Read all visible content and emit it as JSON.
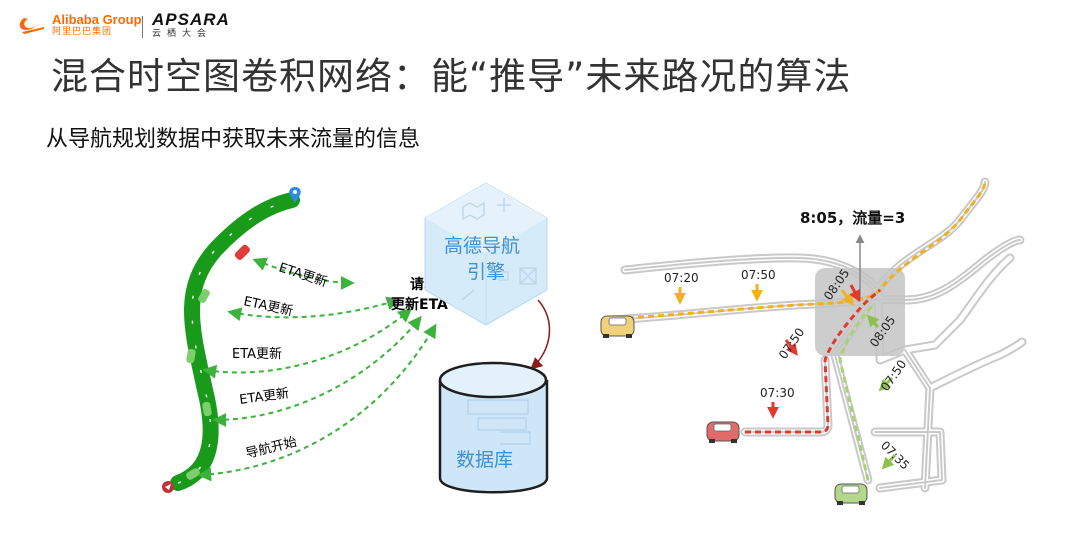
{
  "header": {
    "alibaba_logo_en": "Alibaba Group",
    "alibaba_logo_cn": "阿里巴巴集团",
    "apsara_logo_en": "APSARA",
    "apsara_logo_cn": "云栖大会"
  },
  "title": "混合时空图卷积网络：能“推导”未来路况的算法",
  "subtitle": "从导航规划数据中获取未来流量的信息",
  "left_diagram": {
    "eta_labels": [
      "ETA更新",
      "ETA更新",
      "ETA更新",
      "ETA更新"
    ],
    "nav_start_label": "导航开始",
    "request_label_line1": "请求",
    "request_label_line2": "更新ETA",
    "engine_line1": "高德导航",
    "engine_line2": "引擎",
    "database_label": "数据库"
  },
  "right_diagram": {
    "flow_label": "8:05，流量=3",
    "times": [
      "07:20",
      "07:50",
      "07:50",
      "07:30",
      "08:05",
      "08:05",
      "07:50",
      "07:35"
    ],
    "colors": {
      "road": "#c6c6c6",
      "orange": "#f2b01e",
      "red": "#e03a2f",
      "green": "#8cc152",
      "highlight": "#bdbdbd"
    }
  },
  "colors": {
    "route_green": "#1a9a1a",
    "arrow_green": "#3bb33b",
    "cube_blue": "#5aa9e6",
    "db_blue": "#8fc4ee",
    "accent_orange": "#ff6a00"
  }
}
